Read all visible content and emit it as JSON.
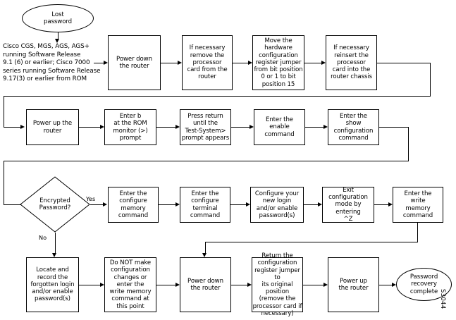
{
  "figure": {
    "id_label": "S3044",
    "title": "Lost password recovery flowchart"
  },
  "nodes": {
    "start": "Lost\npassword",
    "applies_to": "Cisco CGS, MGS, AGS, AGS+\nrunning Software Release\n9.1 (6) or earlier; Cisco 7000\nseries running Software Release\n9.17(3) or earlier from ROM",
    "r1c1": "Power down\nthe router",
    "r1c2": "If necessary\nremove the\nprocessor\ncard from the\nrouter",
    "r1c3": "Move the\nhardware\nconfiguration\nregister jumper\nfrom bit position\n0 or 1 to bit\nposition 15",
    "r1c4": "If necessary\nreinsert the\nprocessor\ncard into the\nrouter chassis",
    "r2c1": "Power up the\nrouter",
    "r2c2": "Enter b\nat the ROM\nmonitor (>)\nprompt",
    "r2c3": "Press return\nuntil the\nTest-System>\nprompt appears",
    "r2c4": "Enter the\nenable\ncommand",
    "r2c5": "Enter the\nshow\nconfiguration\ncommand",
    "decision": "Encrypted\nPassword?",
    "r3c2": "Enter the\nconfigure\nmemory\ncommand",
    "r3c3": "Enter the\nconfigure\nterminal\ncommand",
    "r3c4": "Configure your\nnew login\nand/or enable\npassword(s)",
    "r3c5": "Exit\nconfiguration\nmode by entering\n^Z",
    "r3c6": "Enter the\nwrite\nmemory\ncommand",
    "r4c1": "Locate and\nrecord the\nforgotten login\nand/or enable\npassword(s)",
    "r4c2": "Do NOT make\nconfiguration\nchanges or\nenter the\nwrite memory\ncommand at\nthis point",
    "r4c3": "Power down\nthe router",
    "r4c4": "Return the\nconfiguration\nregister jumper to\nits original position\n(remove the\nprocessor card if\nnecessary)",
    "r4c5": "Power up\nthe router",
    "end": "Password\nrecovery\ncomplete"
  },
  "edge_labels": {
    "yes": "Yes",
    "no": "No"
  },
  "colors": {
    "stroke": "#000000",
    "background": "#ffffff"
  }
}
